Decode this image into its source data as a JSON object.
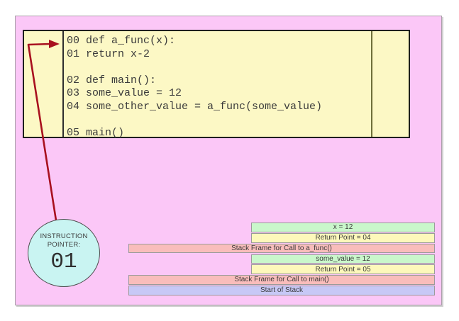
{
  "diagram": {
    "title_semantic": "program execution visualization with instruction pointer and call stack",
    "code_panel": {
      "lines": [
        "00 def a_func(x):",
        "01 return x-2",
        "",
        "02 def main():",
        "03 some_value = 12",
        "04 some_other_value = a_func(some_value)",
        "",
        "05 main()"
      ]
    },
    "instruction_pointer": {
      "label_line1": "INSTRUCTION",
      "label_line2": "POINTER:",
      "value": "01",
      "points_to_line": "01"
    },
    "stack": {
      "items": [
        {
          "label": "x = 12",
          "type": "variable",
          "width": "narrow",
          "color": "#c9f7cb"
        },
        {
          "label": "Return Point = 04",
          "type": "return-point",
          "width": "narrow",
          "color": "#fdf8bb"
        },
        {
          "label": "Stack Frame for Call to a_func()",
          "type": "frame",
          "width": "wide",
          "color": "#f9bdbb"
        },
        {
          "label": "some_value = 12",
          "type": "variable",
          "width": "narrow",
          "color": "#c9f7cb"
        },
        {
          "label": "Return Point = 05",
          "type": "return-point",
          "width": "narrow",
          "color": "#fdf8bb"
        },
        {
          "label": "Stack Frame for Call to main()",
          "type": "frame",
          "width": "wide",
          "color": "#f9bdbb"
        },
        {
          "label": "Start of Stack",
          "type": "stack-base",
          "width": "wide",
          "color": "#c7c8f6"
        }
      ]
    },
    "colors": {
      "backdrop": "#fbc7f7",
      "code_panel_bg": "#fcf8c5",
      "pointer_circle_bg": "#c9f4f2",
      "arrow": "#a8101f",
      "variable_bar": "#c9f7cb",
      "return_point_bar": "#fdf8bb",
      "frame_bar": "#f9bdbb",
      "stack_base_bar": "#c7c8f6"
    }
  }
}
